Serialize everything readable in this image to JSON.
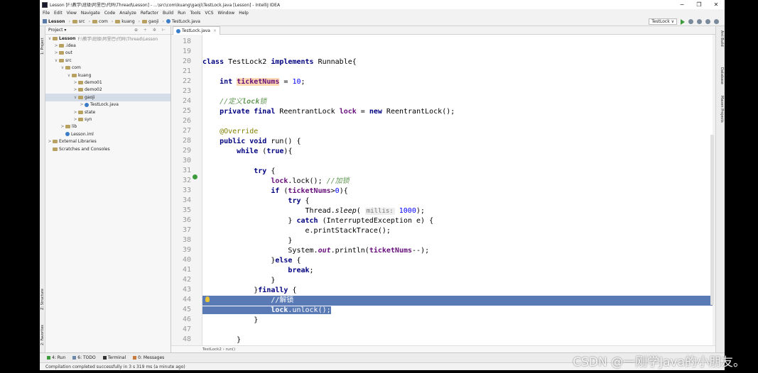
{
  "window": {
    "title": "Lesson [F:\\教学\\班级\\阿里巴\\代码\\Thread\\Lesson] - ...\\src\\com\\kuang\\gaoji\\TestLock.java [Lesson] - IntelliJ IDEA",
    "minimize": "−",
    "maximize": "❐",
    "close": "✕"
  },
  "menu": [
    "File",
    "Edit",
    "View",
    "Navigate",
    "Code",
    "Analyze",
    "Refactor",
    "Build",
    "Run",
    "Tools",
    "VCS",
    "Window",
    "Help"
  ],
  "breadcrumb": [
    "Lesson",
    "src",
    "com",
    "kuang",
    "gaoji",
    "TestLock.java"
  ],
  "run_config": "TestLock ∨",
  "left_strip": {
    "project": "1: Project",
    "structure": "Z: Structure",
    "favorites": "2: Favorites"
  },
  "right_strip": {
    "ant": "Ant Build",
    "database": "Database",
    "maven": "Maven Projects"
  },
  "project_panel": {
    "header": "Project ▾",
    "header_icons": "⊕ ÷ ✲ ⊢",
    "tree": [
      {
        "arrow": "∨",
        "label": "Lesson",
        "muted": "F:\\教学\\班级\\阿里巴\\代码\\Thread\\Lesson",
        "indent": 0,
        "bold": true
      },
      {
        "arrow": ">",
        "label": ".idea",
        "indent": 1
      },
      {
        "arrow": ">",
        "label": "out",
        "indent": 1
      },
      {
        "arrow": "∨",
        "label": "src",
        "indent": 1
      },
      {
        "arrow": "∨",
        "label": "com",
        "indent": 2
      },
      {
        "arrow": "∨",
        "label": "kuang",
        "indent": 3
      },
      {
        "arrow": ">",
        "label": "demo01",
        "indent": 4
      },
      {
        "arrow": ">",
        "label": "demo02",
        "indent": 4
      },
      {
        "arrow": "∨",
        "label": "gaoji",
        "indent": 4,
        "selected": true
      },
      {
        "arrow": ">",
        "label": "TestLock.java",
        "indent": 5,
        "file": true
      },
      {
        "arrow": ">",
        "label": "state",
        "indent": 4
      },
      {
        "arrow": ">",
        "label": "syn",
        "indent": 4
      },
      {
        "arrow": ">",
        "label": "lib",
        "indent": 2
      },
      {
        "arrow": "",
        "label": "Lesson.iml",
        "indent": 2,
        "file": true
      },
      {
        "arrow": ">",
        "label": "External Libraries",
        "indent": 0
      },
      {
        "arrow": "",
        "label": "Scratches and Consoles",
        "indent": 0
      }
    ]
  },
  "editor_tab": {
    "label": "TestLock.java",
    "close": "×"
  },
  "line_numbers": [
    "18",
    "19",
    "20",
    "21",
    "22",
    "23",
    "24",
    "25",
    "26",
    "27",
    "28",
    "29",
    "30",
    "31",
    "32",
    "33",
    "34",
    "35",
    "36",
    "37",
    "38",
    "39",
    "40",
    "41",
    "42",
    "43",
    "44",
    "45",
    "46",
    "47",
    "48"
  ],
  "code_breadcrumb": "TestLock2 › run()",
  "tool_windows": [
    "4: Run",
    "6: TODO",
    "Terminal",
    "0: Messages"
  ],
  "status": "Compilation completed successfully in 3 s 319 ms (a minute ago)",
  "watermark": "CSDN @一刚学Java的小朋友。",
  "colors": {
    "selection": "#5a7ab5",
    "keyword": "#000080",
    "comment": "#629755",
    "field": "#660e7a",
    "number": "#0000ff"
  }
}
